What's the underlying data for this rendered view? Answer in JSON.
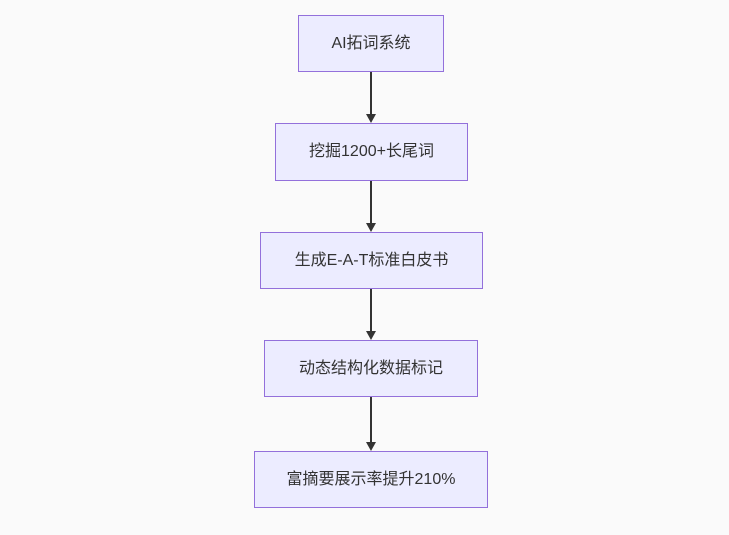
{
  "flowchart": {
    "direction": "top-down",
    "nodes": [
      {
        "label": "AI拓词系统"
      },
      {
        "label": "挖掘1200+长尾词"
      },
      {
        "label": "生成E-A-T标准白皮书"
      },
      {
        "label": "动态结构化数据标记"
      },
      {
        "label": "富摘要展示率提升210%"
      }
    ],
    "edges": [
      {
        "from": 0,
        "to": 1
      },
      {
        "from": 1,
        "to": 2
      },
      {
        "from": 2,
        "to": 3
      },
      {
        "from": 3,
        "to": 4
      }
    ]
  },
  "theme": {
    "background": "#fafafa",
    "node_fill": "#ececff",
    "node_border": "#9370db",
    "arrow_color": "#333333",
    "text_color": "#333333"
  }
}
